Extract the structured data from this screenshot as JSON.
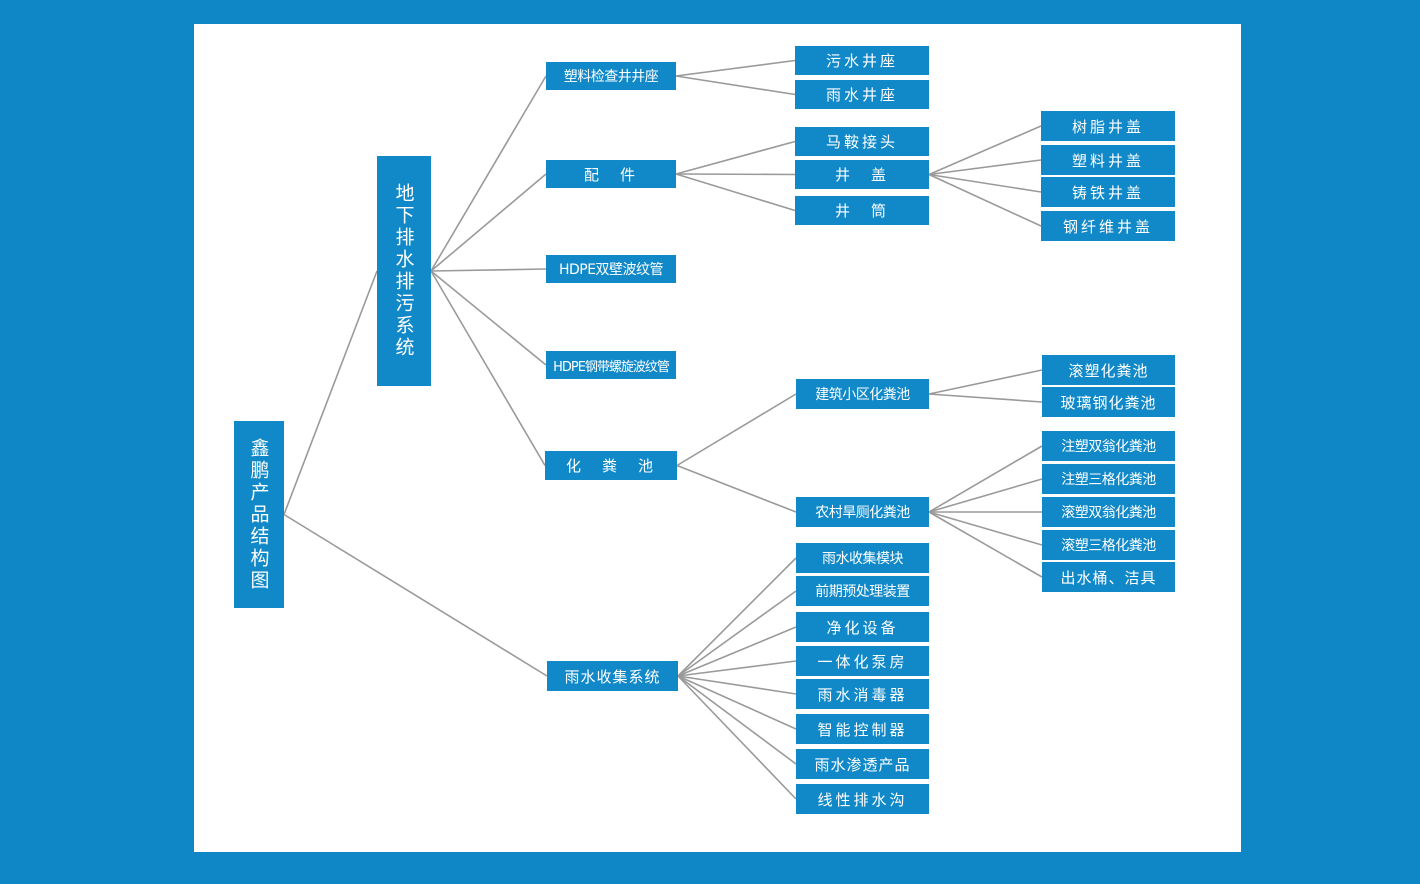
{
  "root": "鑫鹏产品结构图",
  "level1": {
    "drainage": "地下排水排污系统",
    "rain": "雨水收集系统"
  },
  "level2": {
    "manhole_seat": "塑料检查井井座",
    "fittings": "配　件",
    "hdpe_double": "HDPE双壁波纹管",
    "hdpe_steel": "HDPE钢带螺旋波纹管",
    "septic": "化　粪　池"
  },
  "level3": {
    "sewage_seat": "污水井座",
    "rain_seat": "雨水井座",
    "saddle": "马鞍接头",
    "cover": "井　盖",
    "shaft": "井　筒",
    "building_septic": "建筑小区化粪池",
    "rural_septic": "农村旱厕化粪池",
    "rain_module": "雨水收集模块",
    "pretreatment": "前期预处理装置",
    "purifier": "净化设备",
    "pump_station": "一体化泵房",
    "disinfector": "雨水消毒器",
    "controller": "智能控制器",
    "infiltration": "雨水渗透产品",
    "drain_ditch": "线性排水沟"
  },
  "level4": {
    "resin_cover": "树脂井盖",
    "plastic_cover": "塑料井盖",
    "iron_cover": "铸铁井盖",
    "fiber_cover": "钢纤维井盖",
    "rotomold_septic": "滚塑化粪池",
    "frp_septic": "玻璃钢化粪池",
    "inj_double": "注塑双翁化粪池",
    "inj_triple": "注塑三格化粪池",
    "roto_double": "滚塑双翁化粪池",
    "roto_triple": "滚塑三格化粪池",
    "bucket": "出水桶、洁具"
  },
  "colors": {
    "background": "#0f86c6",
    "node": "#1189c8",
    "canvas": "#ffffff",
    "connector": "#9a9a9a"
  }
}
